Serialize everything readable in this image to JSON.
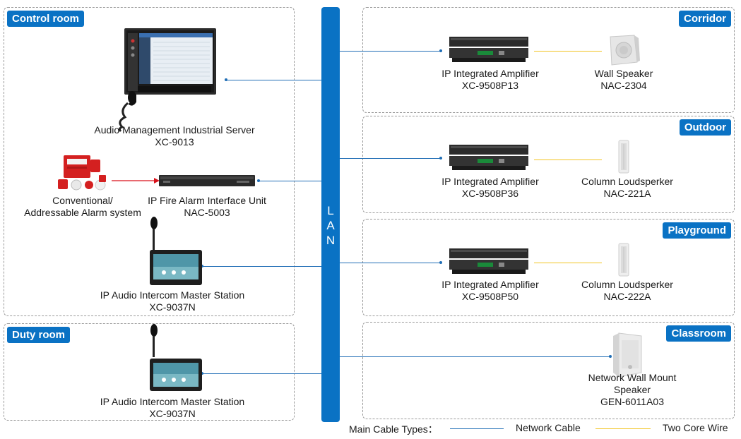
{
  "zones": {
    "control_room": "Control room",
    "duty_room": "Duty room",
    "corridor": "Corridor",
    "outdoor": "Outdoor",
    "playground": "Playground",
    "classroom": "Classroom"
  },
  "lan": [
    "L",
    "A",
    "N"
  ],
  "devices": {
    "server": {
      "name": "Audio Management Industrial Server",
      "model": "XC-9013"
    },
    "alarm_system": {
      "line1": "Conventional/",
      "line2": "Addressable Alarm system"
    },
    "fire_unit": {
      "name": "IP Fire Alarm Interface Unit",
      "model": "NAC-5003"
    },
    "intercom_control": {
      "name": "IP Audio Intercom Master Station",
      "model": "XC-9037N"
    },
    "intercom_duty": {
      "name": "IP Audio Intercom Master Station",
      "model": "XC-9037N"
    },
    "amp_corridor": {
      "name": "IP Integrated Amplifier",
      "model": "XC-9508P13"
    },
    "speaker_corridor": {
      "name": "Wall Speaker",
      "model": "NAC-2304"
    },
    "amp_outdoor": {
      "name": "IP Integrated Amplifier",
      "model": "XC-9508P36"
    },
    "speaker_outdoor": {
      "name": "Column Loudsperker",
      "model": "NAC-221A"
    },
    "amp_playground": {
      "name": "IP Integrated Amplifier",
      "model": "XC-9508P50"
    },
    "speaker_playground": {
      "name": "Column Loudsperker",
      "model": "NAC-222A"
    },
    "speaker_classroom": {
      "line1": "Network Wall Mount",
      "line2": "Speaker",
      "model": "GEN-6011A03"
    }
  },
  "legend": {
    "title": "Main Cable Types：",
    "network": "Network Cable",
    "two_core": "Two Core Wire"
  },
  "colors": {
    "accent": "#0a72c4",
    "network_cable": "#1f6db5",
    "two_core_wire": "#f2c320",
    "alarm_link": "#d9121b"
  }
}
